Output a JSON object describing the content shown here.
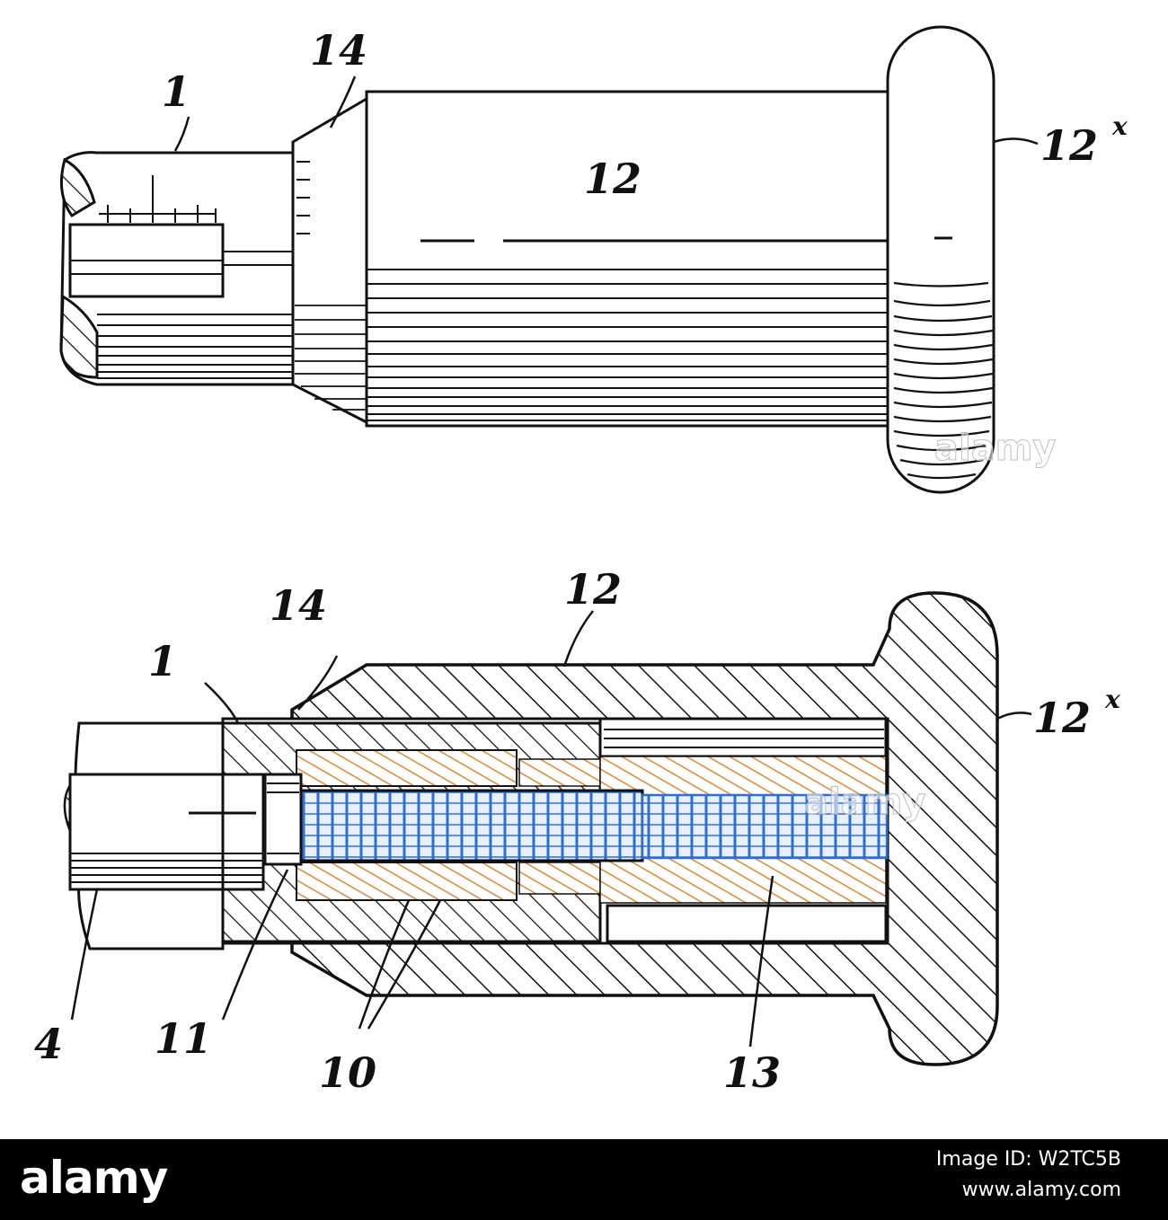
{
  "figure": {
    "top_view_labels": {
      "part_1": "1",
      "part_14": "14",
      "part_12": "12",
      "part_12x_base": "12",
      "part_12x_sup": "x"
    },
    "section_view_labels": {
      "part_14": "14",
      "part_12": "12",
      "part_1": "1",
      "part_12x_base": "12",
      "part_12x_sup": "x",
      "part_4": "4",
      "part_11": "11",
      "part_10": "10",
      "part_13": "13"
    },
    "watermark": "alamy",
    "colors": {
      "line": "#111111",
      "thread_orange": "#d98a3a",
      "thread_blue": "#2e6fd1",
      "background": "#ffffff"
    }
  },
  "footer": {
    "brand": "alamy",
    "image_id": "Image ID: W2TC5B",
    "site": "www.alamy.com",
    "background": "#000000"
  }
}
